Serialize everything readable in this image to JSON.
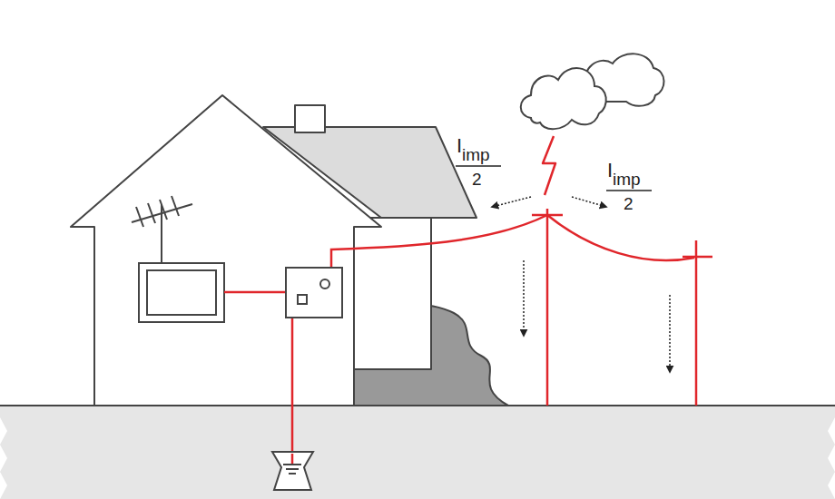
{
  "diagram": {
    "labels": [
      "I",
      "imp",
      "2",
      "I",
      "imp",
      "2"
    ]
  }
}
